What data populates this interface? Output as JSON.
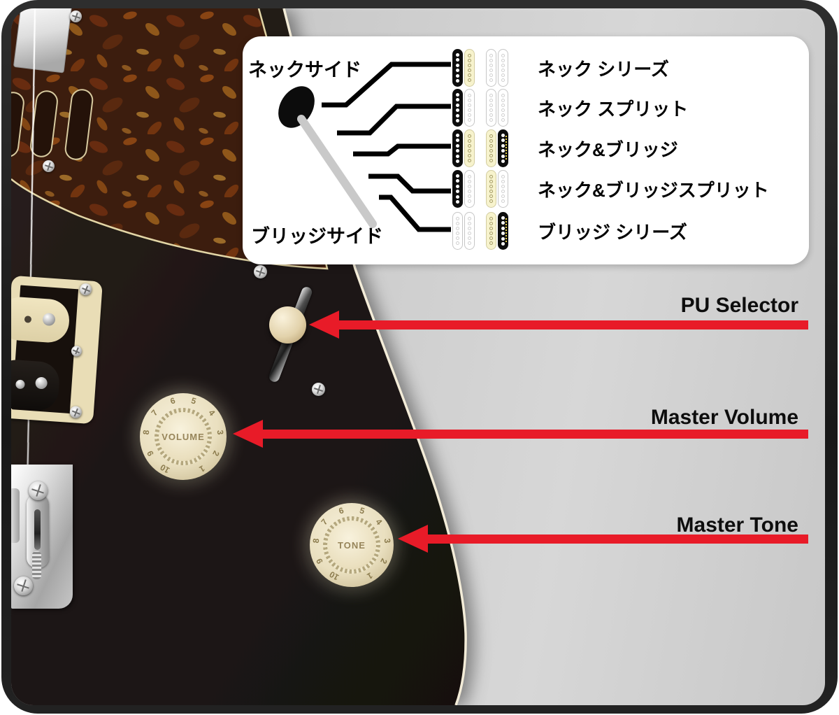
{
  "legend": {
    "neck_side_label": "ネックサイド",
    "bridge_side_label": "ブリッジサイド",
    "rows": [
      {
        "label": "ネック シリーズ",
        "neck": [
          "black",
          "yellow"
        ],
        "bridge": [
          "white",
          "white"
        ]
      },
      {
        "label": "ネック スプリット",
        "neck": [
          "black",
          "white"
        ],
        "bridge": [
          "white",
          "white"
        ]
      },
      {
        "label": "ネック&ブリッジ",
        "neck": [
          "black",
          "yellow"
        ],
        "bridge": [
          "yellow",
          "black-logo"
        ]
      },
      {
        "label": "ネック&ブリッジスプリット",
        "neck": [
          "black",
          "white"
        ],
        "bridge": [
          "yellow",
          "white"
        ]
      },
      {
        "label": "ブリッジ シリーズ",
        "neck": [
          "white",
          "white"
        ],
        "bridge": [
          "yellow",
          "black-logo"
        ]
      }
    ]
  },
  "callouts": [
    {
      "id": "pu-selector",
      "label": "PU Selector"
    },
    {
      "id": "master-volume",
      "label": "Master Volume"
    },
    {
      "id": "master-tone",
      "label": "Master Tone"
    }
  ],
  "knobs": {
    "volume_label": "VOLUME",
    "tone_label": "TONE",
    "scale_numbers": [
      "1",
      "2",
      "3",
      "4",
      "5",
      "6",
      "7",
      "8",
      "9",
      "10"
    ]
  },
  "colors": {
    "arrow_red": "#e81b28",
    "coil_black": "#0d0d0d",
    "coil_yellow": "#f7f3cd",
    "knob_cream": "#ece2c2",
    "body_black": "#1d1614",
    "pickguard_brown": "#3c1d0e",
    "background_gray": "#cbcbcb"
  }
}
